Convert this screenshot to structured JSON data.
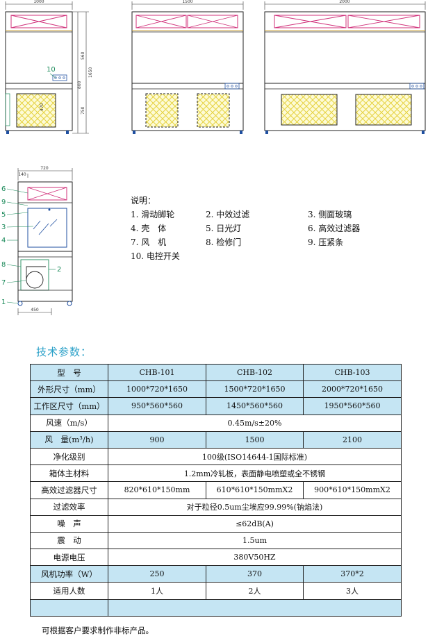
{
  "drawings": {
    "front_small": {
      "width_dim": "1000",
      "height_dims": [
        "560",
        "1650",
        "800",
        "750"
      ],
      "switch_label": "10",
      "side_dim": "470"
    },
    "front_mid": {
      "width_dim": "1500"
    },
    "front_large": {
      "width_dim": "2000"
    },
    "side": {
      "depth_dim": "720",
      "top_dim": "140",
      "base_dim": "450",
      "callouts": [
        "6",
        "9",
        "5",
        "3",
        "4",
        "8",
        "7",
        "1",
        "2"
      ]
    }
  },
  "legend": {
    "title": "说明：",
    "items": [
      "1. 滑动脚轮",
      "2. 中效过滤",
      "3. 侧面玻璃",
      "4. 壳　体",
      "5. 日光灯",
      "6. 高效过滤器",
      "7. 风　机",
      "8. 检修门",
      "9. 压紧条",
      "10. 电控开关"
    ]
  },
  "spec_title": "技术参数：",
  "table": {
    "header": [
      "型　号",
      "CHB-101",
      "CHB-102",
      "CHB-103"
    ],
    "rows": [
      {
        "label": "外形尺寸（mm）",
        "values": [
          "1000*720*1650",
          "1500*720*1650",
          "2000*720*1650"
        ],
        "shade": true
      },
      {
        "label": "工作区尺寸（mm）",
        "values": [
          "950*560*560",
          "1450*560*560",
          "1950*560*560"
        ],
        "shade": true
      },
      {
        "label": "风速（m/s）",
        "values": [
          "0.45m/s±20%"
        ],
        "shade": false
      },
      {
        "label": "风　量(m³/h)",
        "values": [
          "900",
          "1500",
          "2100"
        ],
        "shade": true
      },
      {
        "label": "净化级别",
        "values": [
          "100级(ISO14644-1国际标准)"
        ],
        "shade": false
      },
      {
        "label": "箱体主材料",
        "values": [
          "1.2mm冷轧板，表面静电喷塑或全不锈钢"
        ],
        "shade": false
      },
      {
        "label": "高效过滤器尺寸",
        "values": [
          "820*610*150mm",
          "610*610*150mmX2",
          "900*610*150mmX2"
        ],
        "shade": false
      },
      {
        "label": "过滤效率",
        "values": [
          "对于粒径0.5um尘埃应99.99%(钠焰法)"
        ],
        "shade": false
      },
      {
        "label": "噪　声",
        "values": [
          "≤62dB(A)"
        ],
        "shade": false
      },
      {
        "label": "震　动",
        "values": [
          "1.5um"
        ],
        "shade": false
      },
      {
        "label": "电源电压",
        "values": [
          "380V50HZ"
        ],
        "shade": false
      },
      {
        "label": "风机功率（W）",
        "values": [
          "250",
          "370",
          "370*2"
        ],
        "shade": true
      },
      {
        "label": "适用人数",
        "values": [
          "1人",
          "2人",
          "3人"
        ],
        "shade": false
      },
      {
        "label": "",
        "values": [
          ""
        ],
        "shade": true
      }
    ]
  },
  "footnote": "可根据客户要求制作非标产品。"
}
